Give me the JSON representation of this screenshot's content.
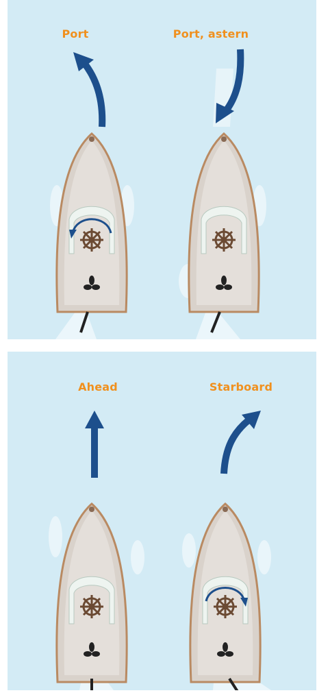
{
  "colors": {
    "background": "#d3ebf5",
    "label": "#f0901e",
    "arrow": "#1d4f8c",
    "hull_outline": "#b98a62",
    "deck": "#d9d2cb",
    "wake": "#ffffff"
  },
  "panels": [
    {
      "scenes": [
        {
          "label": "Port",
          "maneuver": "port-ahead",
          "wheel_turn": "counterclockwise"
        },
        {
          "label": "Port, astern",
          "maneuver": "port-astern",
          "wheel_turn": "none"
        }
      ]
    },
    {
      "scenes": [
        {
          "label": "Ahead",
          "maneuver": "ahead",
          "wheel_turn": "none"
        },
        {
          "label": "Starboard",
          "maneuver": "starboard-ahead",
          "wheel_turn": "clockwise"
        }
      ]
    }
  ]
}
